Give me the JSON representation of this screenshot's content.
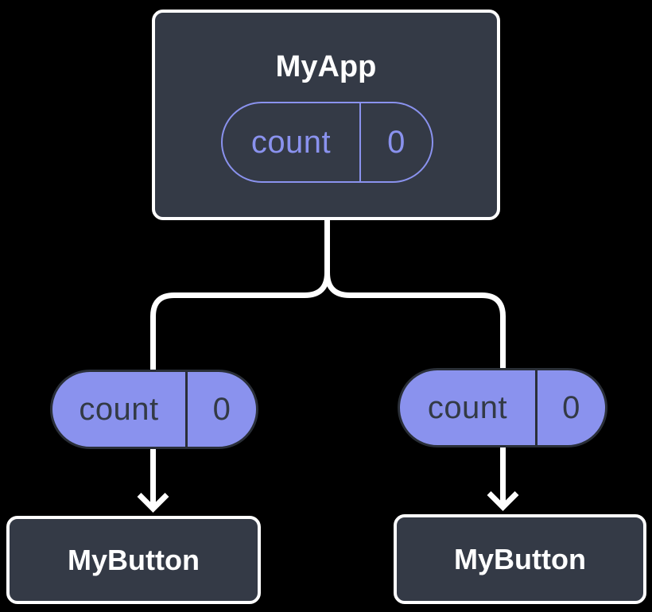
{
  "diagram": {
    "root_component": {
      "name": "MyApp",
      "state": {
        "label": "count",
        "value": "0"
      }
    },
    "props_passed": [
      {
        "label": "count",
        "value": "0",
        "target": "MyButton"
      },
      {
        "label": "count",
        "value": "0",
        "target": "MyButton"
      }
    ],
    "colors": {
      "background": "#000000",
      "node_fill": "#343A46",
      "node_border": "#FFFFFF",
      "node_text": "#FFFFFF",
      "accent_purple": "#8A92EE",
      "pill_text_dark": "#333A45",
      "pill_border_dark": "#2A2F38",
      "connector": "#FFFFFF"
    }
  }
}
